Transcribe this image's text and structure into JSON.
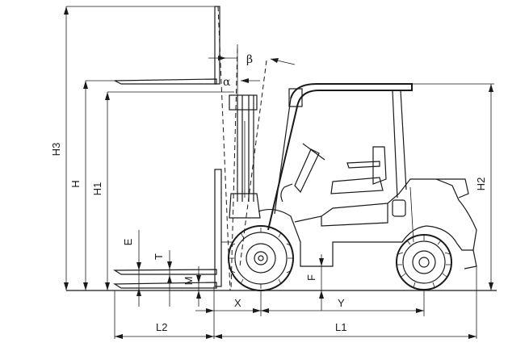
{
  "diagram": {
    "labels": {
      "H3": "H3",
      "H": "H",
      "H1": "H1",
      "H2": "H2",
      "E": "E",
      "T": "T",
      "M": "M",
      "F": "F",
      "X": "X",
      "Y": "Y",
      "L1": "L1",
      "L2": "L2",
      "alpha": "α",
      "beta": "β"
    }
  }
}
